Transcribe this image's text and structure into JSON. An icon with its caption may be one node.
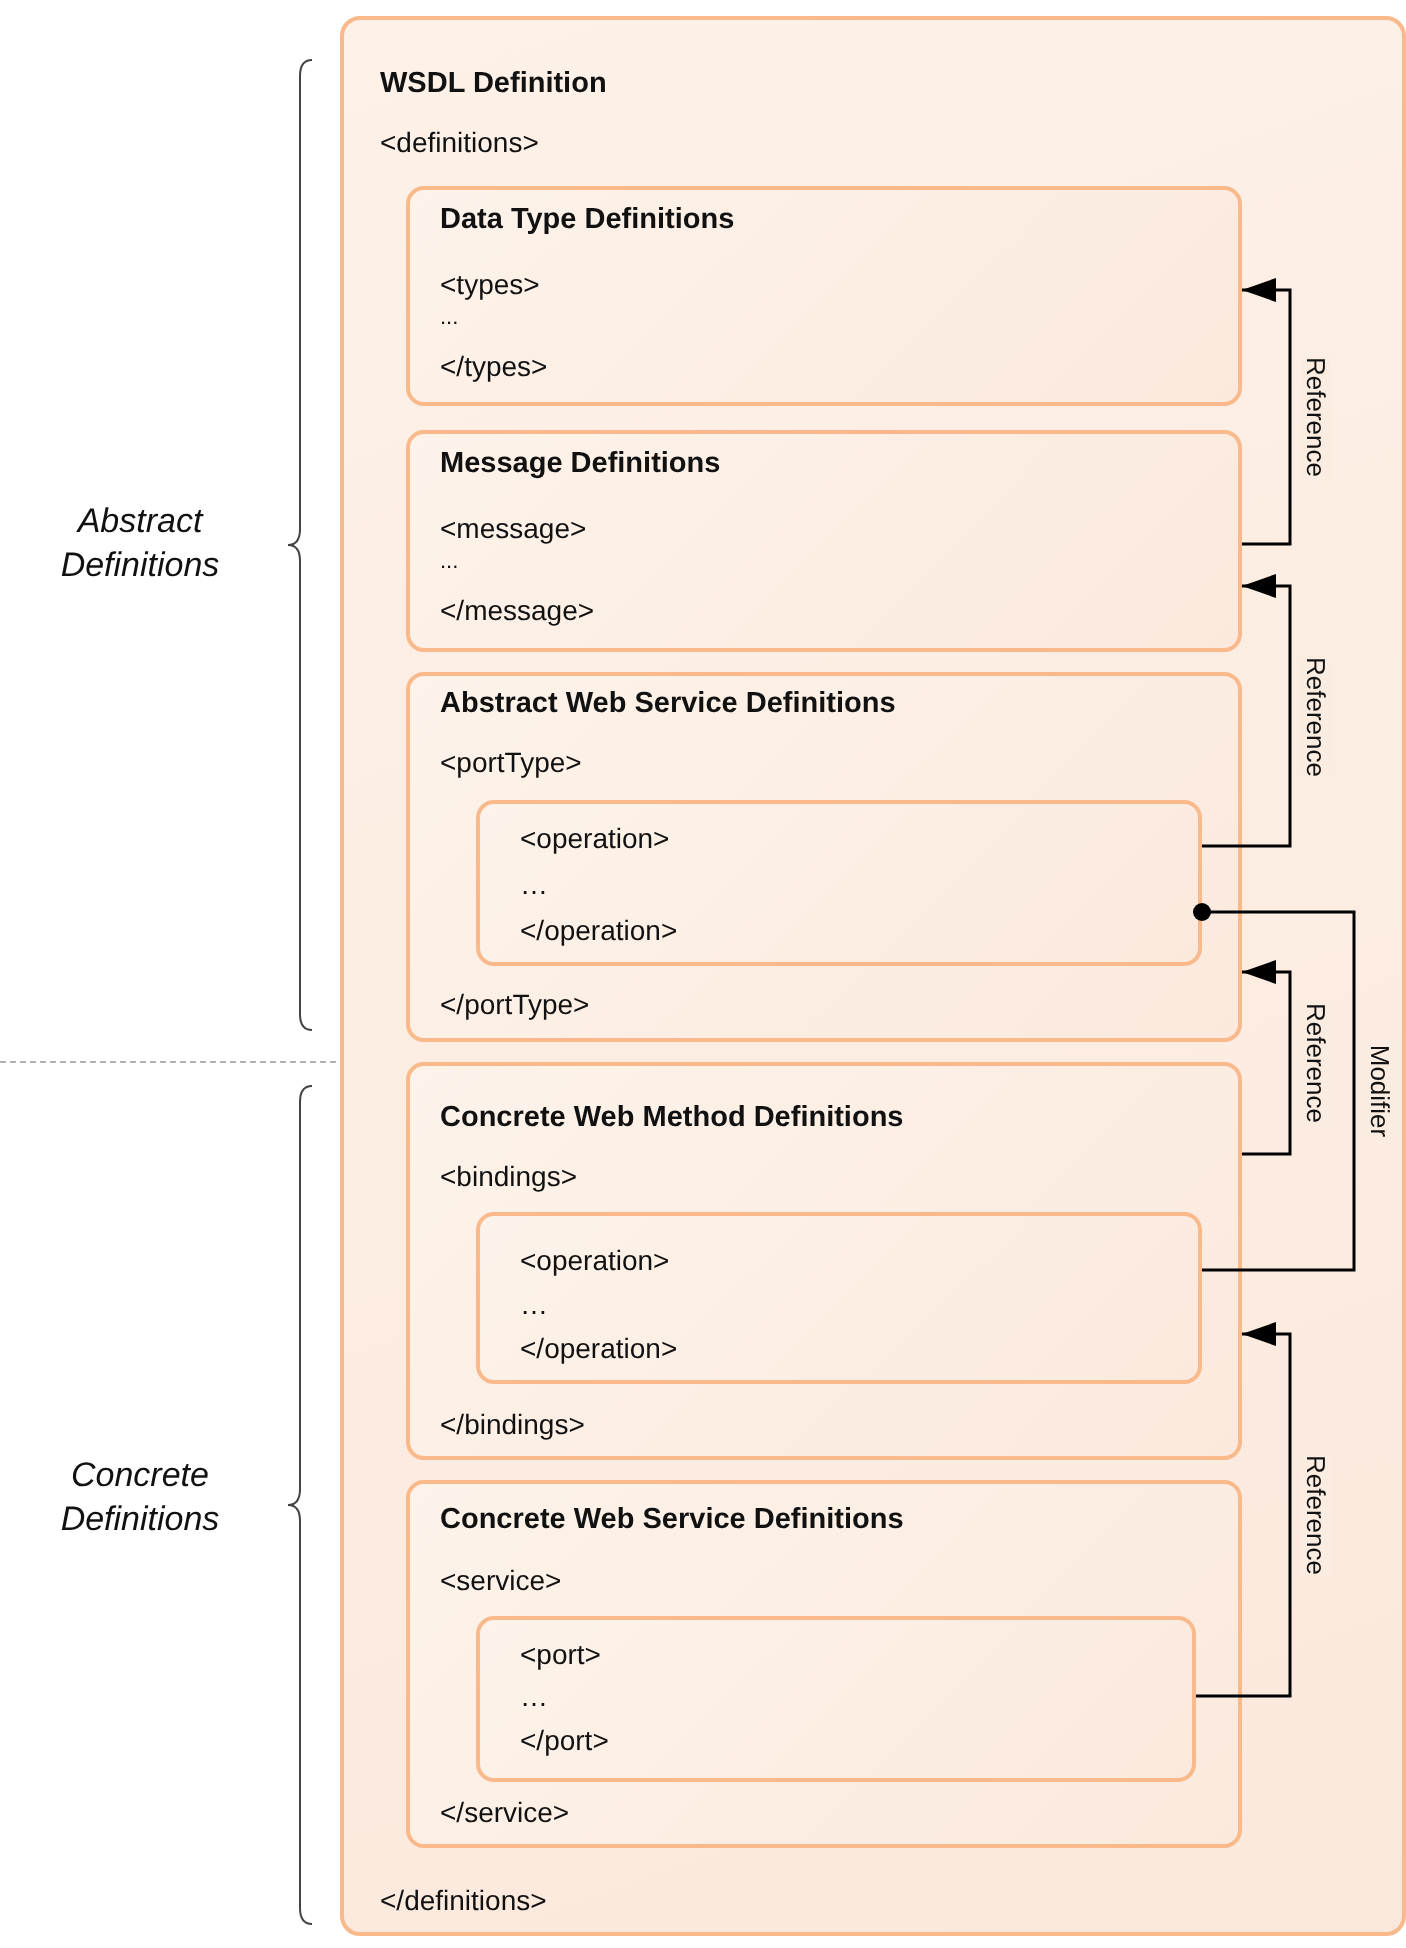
{
  "diagram": {
    "nodes": [
      {
        "text": [
          "WSDL Definition",
          "<definitions>",
          "</definitions>"
        ]
      },
      {
        "text": [
          "Data Type Definitions",
          "<types>",
          "...",
          "</types>"
        ],
        "in": 0
      },
      {
        "text": [
          "Message Definitions",
          "<message>",
          "...",
          "</message>"
        ],
        "in": 0
      },
      {
        "text": [
          "Abstract Web Service Definitions",
          "<portType>",
          "</portType>"
        ],
        "in": 0
      },
      {
        "text": [
          "<operation>",
          "…",
          "</operation>"
        ],
        "in": 3
      },
      {
        "text": [
          "Concrete Web Method Definitions",
          "<bindings>",
          "</bindings>"
        ],
        "in": 0
      },
      {
        "text": [
          "<operation>",
          "…",
          "</operation>"
        ],
        "in": 5
      },
      {
        "text": [
          "Concrete Web Service Definitions",
          "<service>",
          "</service>"
        ],
        "in": 0
      },
      {
        "text": [
          "<port>",
          "…",
          "</port>"
        ],
        "in": 7
      }
    ],
    "edges": [
      {
        "from": 2,
        "to": 1,
        "arrow": "to",
        "label": "Reference"
      },
      {
        "from": 4,
        "to": 2,
        "arrow": "to",
        "label": "Reference"
      },
      {
        "from": 5,
        "to": 3,
        "arrow": "to",
        "label": "Reference"
      },
      {
        "from": 6,
        "to": 4,
        "arrow": "other",
        "label": "Modifier"
      },
      {
        "from": 8,
        "to": 5,
        "arrow": "to",
        "label": "Reference"
      }
    ],
    "labels": [
      "Abstract Definitions",
      "Concrete Definitions"
    ]
  }
}
